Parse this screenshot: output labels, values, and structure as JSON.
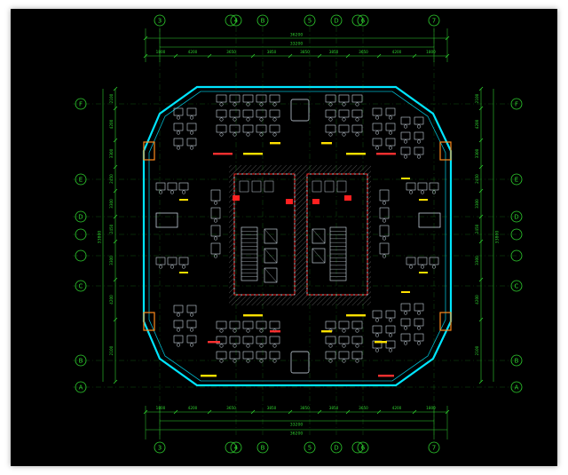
{
  "drawing": {
    "colors": {
      "background": "#000000",
      "axis": "#2fd12f",
      "wall": "#00e5ff",
      "furniture": "#d9e6f2",
      "core_hatch": "#6e6e6e",
      "core_red": "#ff2020",
      "label_yellow": "#ffe000",
      "label_red": "#ff3030",
      "stair_orange": "#ff8a1a"
    },
    "column_grid": {
      "top": [
        "3",
        "4",
        "5",
        "6",
        "7"
      ],
      "bottom": [
        "3",
        "4",
        "5",
        "6",
        "7"
      ],
      "aux_labels": [
        "B",
        "D",
        "E",
        "C"
      ]
    },
    "row_grid": {
      "left": [
        "F",
        "E",
        "D",
        "C",
        "B",
        "A"
      ],
      "right": [
        "F",
        "E",
        "D",
        "C",
        "B",
        "A"
      ]
    },
    "dimensions": {
      "overall_top": "36200",
      "mid_top": "33200",
      "segments_top": [
        "1800",
        "4200",
        "3650",
        "3850",
        "3850",
        "3850",
        "3650",
        "4200",
        "1800"
      ],
      "overall_bottom": "36200",
      "mid_bottom": "33200",
      "segments_bottom": [
        "1800",
        "4200",
        "3650",
        "3850",
        "3850",
        "3850",
        "3650",
        "4200",
        "1800"
      ],
      "left_segments": [
        "2100",
        "4200",
        "3300",
        "2450",
        "3300",
        "2450",
        "3300",
        "4200",
        "2100"
      ],
      "right_segments": [
        "2100",
        "4200",
        "3300",
        "2450",
        "3300",
        "2450",
        "3300",
        "4200",
        "2100"
      ],
      "left_total": "33800",
      "right_total": "33800"
    }
  }
}
